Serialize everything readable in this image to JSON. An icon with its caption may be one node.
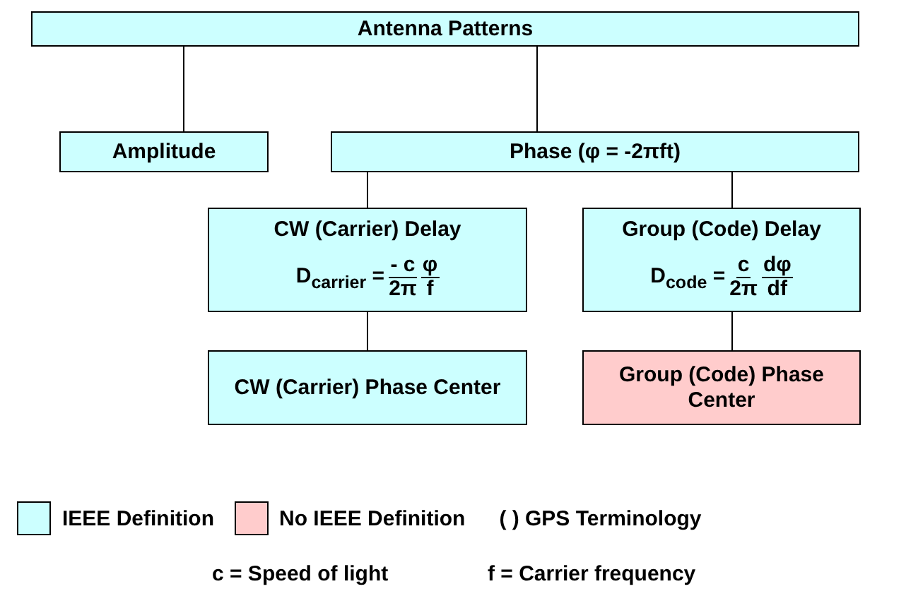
{
  "diagram": {
    "nodes": [
      {
        "text": [
          "Antenna Patterns"
        ]
      },
      {
        "text": [
          "Amplitude"
        ]
      },
      {
        "text": [
          "Phase (φ = -2πft)"
        ]
      },
      {
        "text": [
          "CW (Carrier) Delay",
          "D$_{carrier}$ =",
          "- c",
          "2π",
          "φ",
          "f"
        ]
      },
      {
        "text": [
          "Group (Code) Delay",
          "D$_{code}$ =",
          "c",
          "2π",
          "dφ",
          "df"
        ]
      },
      {
        "text": [
          "CW (Carrier) Phase Center"
        ]
      },
      {
        "text": [
          "Group (Code) Phase Center"
        ]
      }
    ],
    "edges": [
      {
        "from": 0,
        "to": 1,
        "arrow": "none"
      },
      {
        "from": 0,
        "to": 2,
        "arrow": "none"
      },
      {
        "from": 2,
        "to": 3,
        "arrow": "none"
      },
      {
        "from": 2,
        "to": 4,
        "arrow": "none"
      },
      {
        "from": 3,
        "to": 5,
        "arrow": "none"
      },
      {
        "from": 4,
        "to": 6,
        "arrow": "none"
      }
    ],
    "labels": [
      "( ) GPS Terminology",
      "c = Speed of light",
      "f = Carrier frequency"
    ],
    "legend": [
      {
        "text": "IEEE Definition",
        "color": "#ccffff"
      },
      {
        "text": "No IEEE Definition",
        "color": "#ffcccc"
      }
    ]
  }
}
